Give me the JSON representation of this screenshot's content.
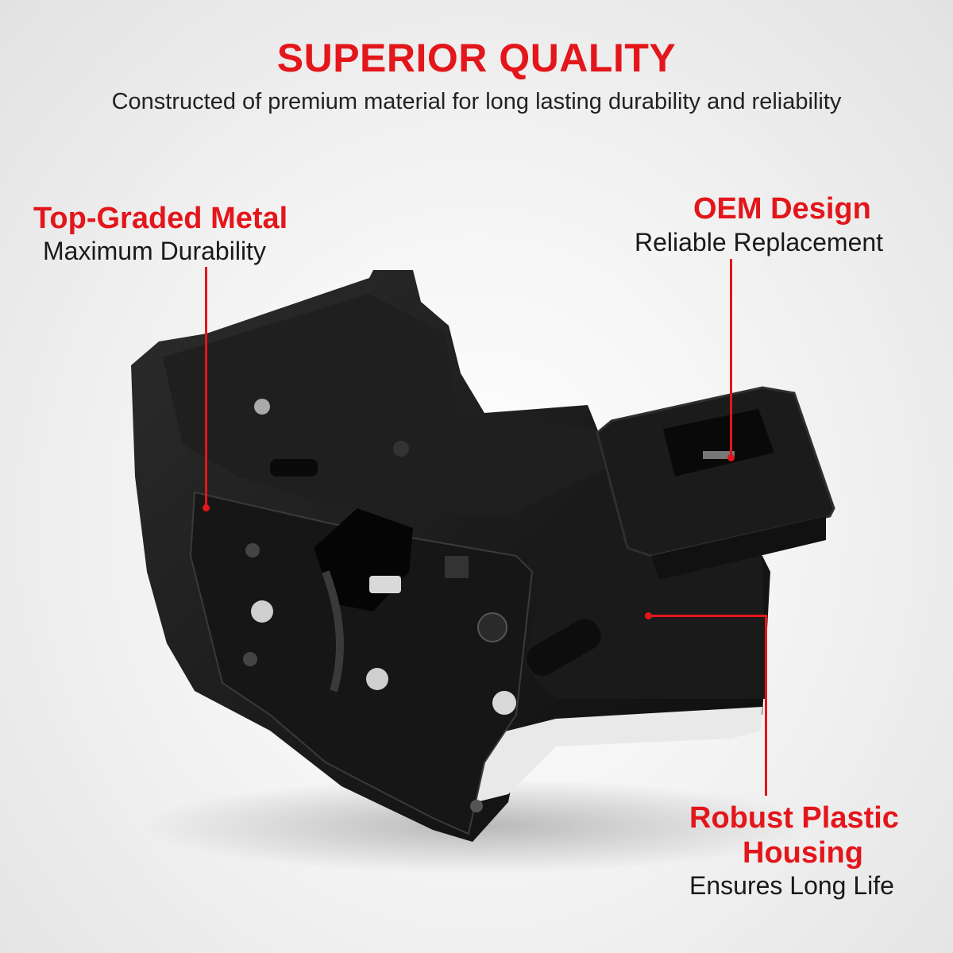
{
  "header": {
    "title": "SUPERIOR QUALITY",
    "subtitle": "Constructed of premium material for long lasting durability and reliability"
  },
  "callouts": [
    {
      "heading": "Top-Graded Metal",
      "description": "Maximum Durability"
    },
    {
      "heading": "OEM Design",
      "description": "Reliable Replacement"
    },
    {
      "heading_line1": "Robust Plastic",
      "heading_line2": "Housing",
      "description": "Ensures Long Life"
    }
  ],
  "colors": {
    "accent": "#e3161b",
    "text": "#1a1a1a",
    "product": "#141414"
  }
}
